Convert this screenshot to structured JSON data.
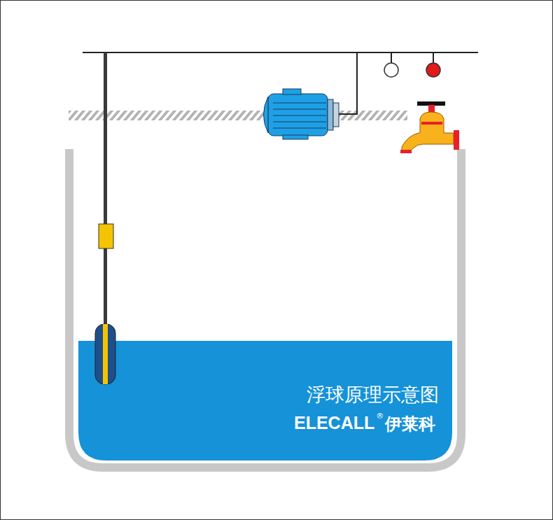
{
  "diagram": {
    "title": "浮球原理示意图",
    "labels": [
      "ELECALL",
      "®",
      "伊莱科"
    ]
  }
}
